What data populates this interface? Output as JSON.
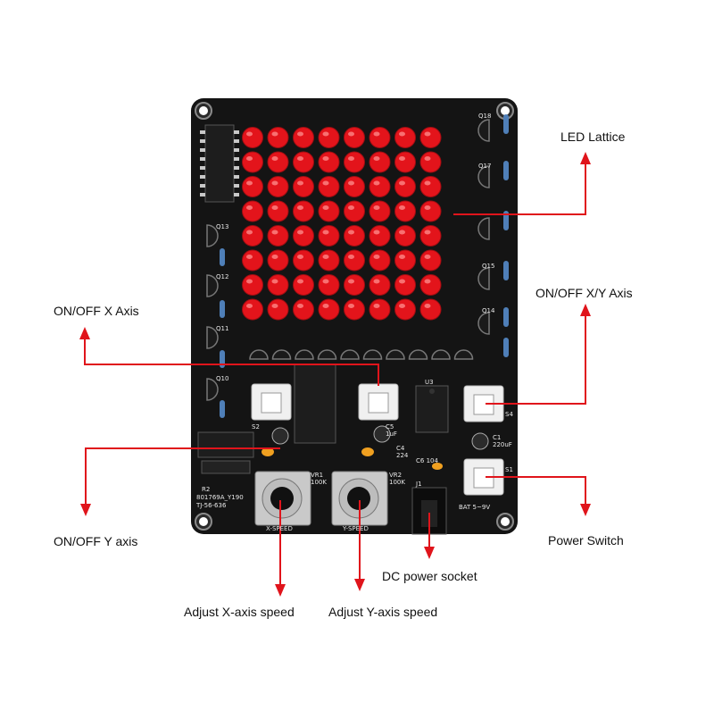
{
  "colors": {
    "background": "#ffffff",
    "pcb": "#141414",
    "led": "#e3141b",
    "arrow": "#e0141b",
    "silkscreen": "#e8e8e8"
  },
  "labels": {
    "led_lattice": "LED Lattice",
    "on_off_x_axis": "ON/OFF  X Axis",
    "on_off_xy_axis": "ON/OFF  X/Y Axis",
    "on_off_y_axis": "ON/OFF  Y axis",
    "power_switch": "Power Switch",
    "dc_power_socket": "DC power socket",
    "adjust_x_speed": "Adjust X-axis speed",
    "adjust_y_speed": "Adjust Y-axis speed"
  },
  "board": {
    "led_rows": 8,
    "led_cols": 8,
    "silkscreen": {
      "vr1": "VR1",
      "vr1_value": "100K",
      "vr2": "VR2",
      "vr2_value": "100K",
      "x_speed": "X-SPEED",
      "y_speed": "Y-SPEED",
      "board_id_1": "801769A_Y190",
      "board_id_2": "TJ-56-636",
      "bat": "BAT 5~9V",
      "j1": "J1",
      "s1": "S1",
      "s2": "S2",
      "s4": "S4",
      "u3": "U3",
      "c1": "C1",
      "c1_value": "220uF",
      "c5": "C5",
      "c5_value": "1uF",
      "c4": "C4",
      "c4_value": "224",
      "c6": "C6 104",
      "q18": "Q18",
      "q17": "Q17",
      "q13": "Q13",
      "q12": "Q12",
      "q11": "Q11",
      "q10": "Q10",
      "q15": "Q15",
      "q14": "Q14",
      "r2": "R2"
    }
  }
}
